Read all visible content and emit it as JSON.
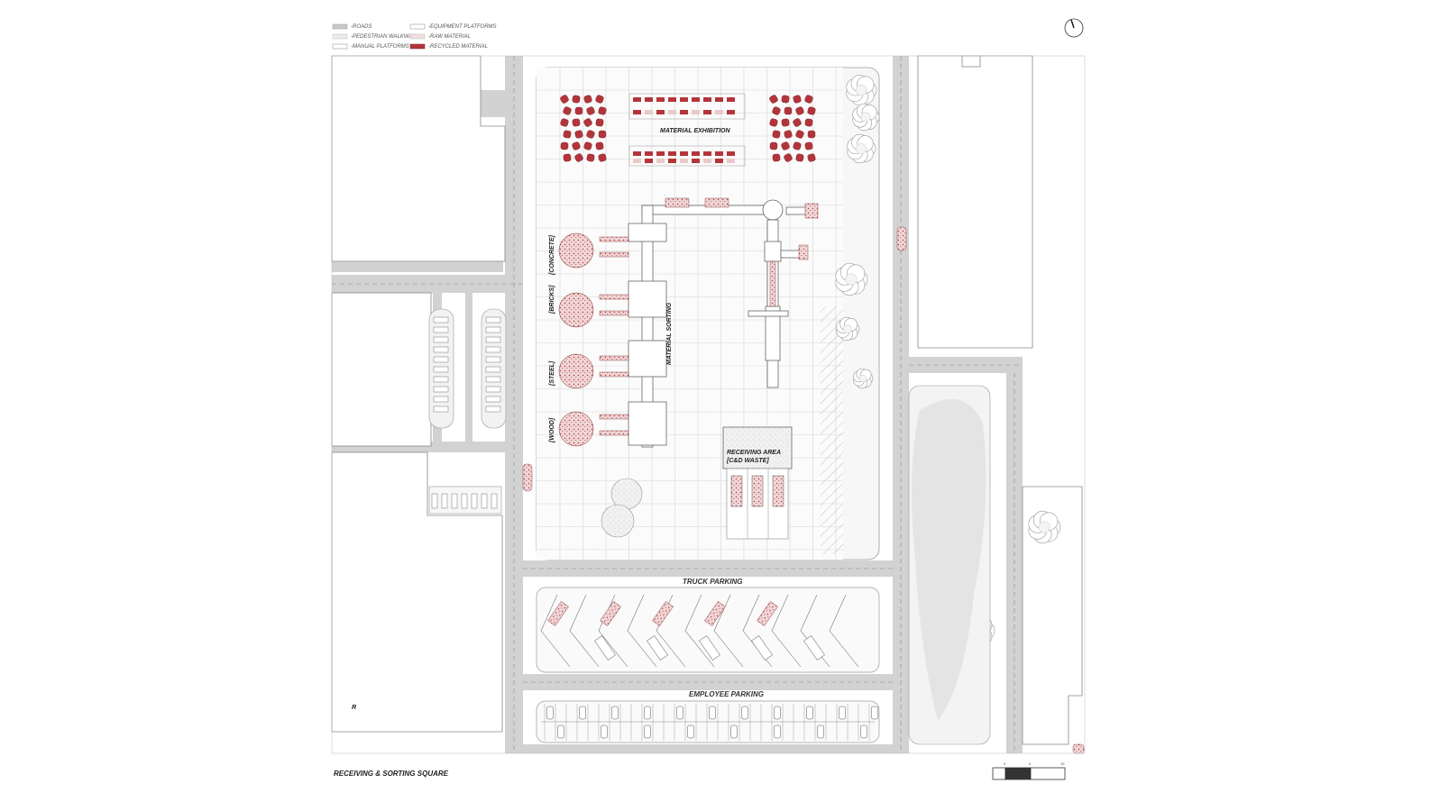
{
  "legend": [
    {
      "label": "-ROADS",
      "swatch": "#c8c8c8"
    },
    {
      "label": "-PEDESTRIAN WALKWAY",
      "swatch": "#ececec"
    },
    {
      "label": "-MANUAL PLATFORMS",
      "swatch": "#ffffff"
    },
    {
      "label": "-EQUIPMENT PLATFORMS",
      "swatch": "#ffffff"
    },
    {
      "label": "-RAW MATERIAL",
      "swatch": "#f2dede"
    },
    {
      "label": "-RECYCLED MATERIAL",
      "swatch": "#b3353b"
    }
  ],
  "zones": {
    "exhibition": "MATERIAL EXHIBITION",
    "sorting": "MATERIAL SORTING",
    "receiving_line1": "RECEIVING AREA",
    "receiving_line2": "[C&D WASTE]",
    "truck_parking": "TRUCK PARKING",
    "employee_parking": "EMPLOYEE PARKING"
  },
  "materials": [
    "[CONCRETE]",
    "[BRICKS]",
    "[STEEL]",
    "[WOOD]"
  ],
  "building_mark": "R",
  "caption": "RECEIVING & SORTING SQUARE",
  "scale_labels": [
    "5",
    "9",
    "15"
  ],
  "colors": {
    "road": "#cfcfcf",
    "walkway": "#ededed",
    "recycled": "#b3353b",
    "raw": "#e9c9c9",
    "grid": "#d4d4d4",
    "outline": "#888888"
  },
  "icons": [
    "north-arrow-icon",
    "tree-icon",
    "truck-icon",
    "car-icon"
  ]
}
